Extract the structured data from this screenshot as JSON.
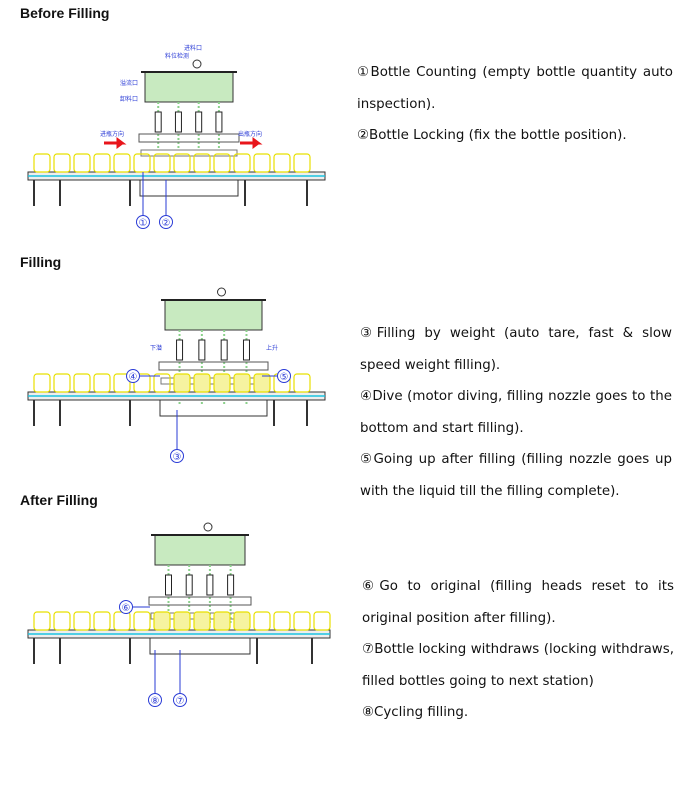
{
  "sections": [
    {
      "heading": "Before Filling",
      "labels": {
        "inlet": "进料口",
        "level": "料位检测",
        "overflow": "溢流口",
        "discharge": "卸料口",
        "in_dir": "进瓶方向",
        "out_dir": "出瓶方向"
      },
      "callouts": [
        "①",
        "②"
      ],
      "items": [
        {
          "num": "①",
          "text": "Bottle Counting (empty bottle quantity auto inspection)."
        },
        {
          "num": "②",
          "text": "Bottle Locking (fix the bottle position)."
        }
      ]
    },
    {
      "heading": "Filling",
      "labels": {
        "down": "下潜",
        "up": "上升"
      },
      "callouts": [
        "③",
        "④",
        "⑤"
      ],
      "items": [
        {
          "num": "③",
          "text": "Filling by weight (auto tare, fast & slow speed weight filling)."
        },
        {
          "num": "④",
          "text": "Dive (motor diving, filling nozzle goes to the bottom and start filling)."
        },
        {
          "num": "⑤",
          "text": "Going up after filling (filling nozzle goes up with the liquid till the filling complete)."
        }
      ]
    },
    {
      "heading": "After Filling",
      "callouts": [
        "⑥",
        "⑦",
        "⑧"
      ],
      "items": [
        {
          "num": "⑥",
          "text": "Go to original (filling heads reset to its original position after filling)."
        },
        {
          "num": "⑦",
          "text": "Bottle locking withdraws (locking withdraws, filled bottles going to next station)"
        },
        {
          "num": "⑧",
          "text": "Cycling filling."
        }
      ]
    }
  ],
  "colors": {
    "callout": "#2a3bd6",
    "tank": "#c8eac0",
    "bottle": "#e8e000",
    "arrow": "#e8151b"
  }
}
